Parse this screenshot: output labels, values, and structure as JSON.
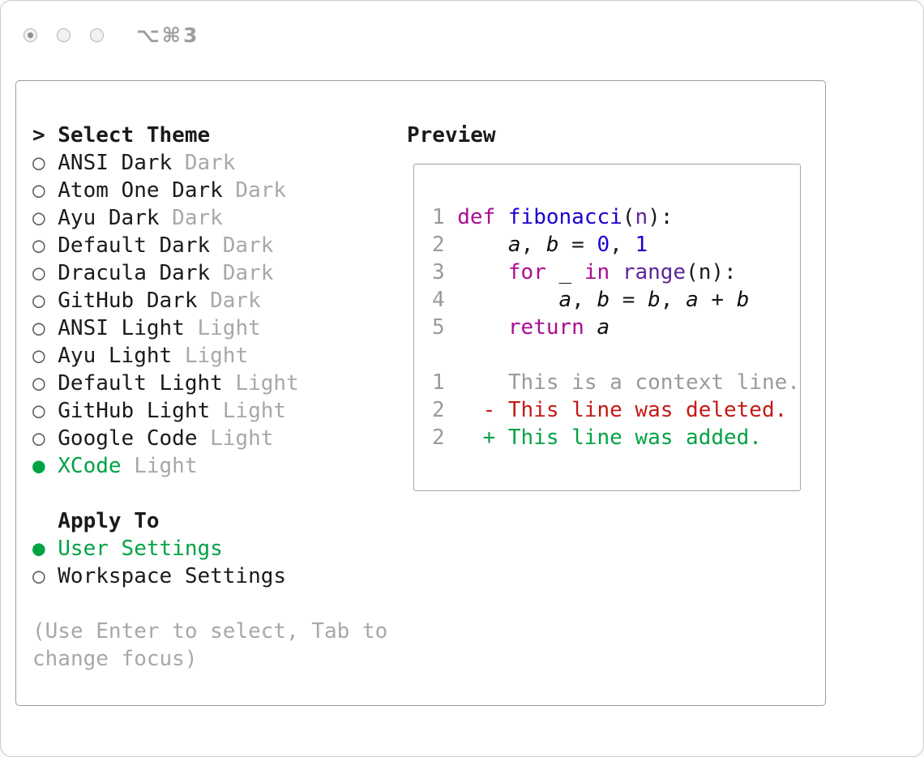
{
  "window": {
    "shortcut": "⌥⌘3"
  },
  "theme_picker": {
    "prompt": ">",
    "title": "Select Theme",
    "items": [
      {
        "name": "ANSI Dark",
        "variant": "Dark",
        "selected": false
      },
      {
        "name": "Atom One Dark",
        "variant": "Dark",
        "selected": false
      },
      {
        "name": "Ayu Dark",
        "variant": "Dark",
        "selected": false
      },
      {
        "name": "Default Dark",
        "variant": "Dark",
        "selected": false
      },
      {
        "name": "Dracula Dark",
        "variant": "Dark",
        "selected": false
      },
      {
        "name": "GitHub Dark",
        "variant": "Dark",
        "selected": false
      },
      {
        "name": "ANSI Light",
        "variant": "Light",
        "selected": false
      },
      {
        "name": "Ayu Light",
        "variant": "Light",
        "selected": false
      },
      {
        "name": "Default Light",
        "variant": "Light",
        "selected": false
      },
      {
        "name": "GitHub Light",
        "variant": "Light",
        "selected": false
      },
      {
        "name": "Google Code",
        "variant": "Light",
        "selected": false
      },
      {
        "name": "XCode",
        "variant": "Light",
        "selected": true
      }
    ],
    "apply_to": {
      "title": "Apply To",
      "options": [
        {
          "name": "User Settings",
          "selected": true
        },
        {
          "name": "Workspace Settings",
          "selected": false
        }
      ]
    },
    "hint": "(Use Enter to select, Tab to change focus)"
  },
  "preview": {
    "title": "Preview",
    "code": [
      {
        "num": "1",
        "tokens": [
          [
            "def",
            "kw"
          ],
          [
            " ",
            ""
          ],
          [
            "fibonacci",
            "fn"
          ],
          [
            "(",
            ""
          ],
          [
            "n",
            "param"
          ],
          [
            "):",
            ""
          ]
        ]
      },
      {
        "num": "2",
        "tokens": [
          [
            "    ",
            ""
          ],
          [
            "a",
            "var"
          ],
          [
            ", ",
            ""
          ],
          [
            "b",
            "var"
          ],
          [
            " = ",
            ""
          ],
          [
            "0",
            "num"
          ],
          [
            ", ",
            ""
          ],
          [
            "1",
            "num"
          ]
        ]
      },
      {
        "num": "3",
        "tokens": [
          [
            "    ",
            ""
          ],
          [
            "for",
            "kw"
          ],
          [
            " _ ",
            ""
          ],
          [
            "in",
            "kw"
          ],
          [
            " ",
            ""
          ],
          [
            "range",
            "builtin"
          ],
          [
            "(n):",
            ""
          ]
        ]
      },
      {
        "num": "4",
        "tokens": [
          [
            "        ",
            ""
          ],
          [
            "a",
            "var"
          ],
          [
            ", ",
            ""
          ],
          [
            "b",
            "var"
          ],
          [
            " = ",
            ""
          ],
          [
            "b",
            "var"
          ],
          [
            ", ",
            ""
          ],
          [
            "a",
            "var"
          ],
          [
            " + ",
            ""
          ],
          [
            "b",
            "var"
          ]
        ]
      },
      {
        "num": "5",
        "tokens": [
          [
            "    ",
            ""
          ],
          [
            "return",
            "kw"
          ],
          [
            " ",
            ""
          ],
          [
            "a",
            "var"
          ]
        ]
      },
      {
        "num": "",
        "tokens": []
      },
      {
        "num": "1",
        "tokens": [
          [
            "    This is a context line.",
            "ctx"
          ]
        ]
      },
      {
        "num": "2",
        "tokens": [
          [
            "  - This line was deleted.",
            "del"
          ]
        ]
      },
      {
        "num": "2",
        "tokens": [
          [
            "  + This line was added.",
            "add"
          ]
        ]
      }
    ]
  },
  "colors": {
    "accent_green": "#00a344",
    "keyword": "#aa0d91",
    "function_name": "#1c00cf",
    "number": "#1c00cf",
    "builtin": "#5c2699",
    "parameter": "#5c2699",
    "deleted_red": "#c41a16",
    "added_green": "#00a344",
    "context_gray": "#9a9a9a"
  }
}
